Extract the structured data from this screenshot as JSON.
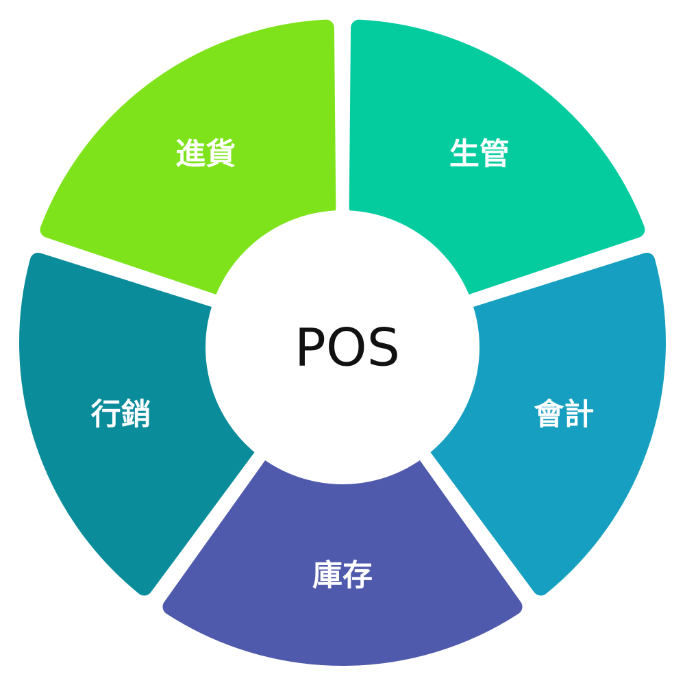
{
  "center": {
    "label": "POS"
  },
  "segments": [
    {
      "id": "jinhuo",
      "label": "進貨",
      "color": "#7ee31b"
    },
    {
      "id": "shengguan",
      "label": "生管",
      "color": "#05cc9f"
    },
    {
      "id": "kuaiji",
      "label": "會計",
      "color": "#169fc0"
    },
    {
      "id": "kucun",
      "label": "庫存",
      "color": "#505aac"
    },
    {
      "id": "xingxiao",
      "label": "行銷",
      "color": "#0b8c9b"
    }
  ],
  "colors": {
    "background": "#ffffff",
    "center_fill": "#ffffff",
    "center_text": "#111111",
    "segment_text": "#ffffff"
  }
}
